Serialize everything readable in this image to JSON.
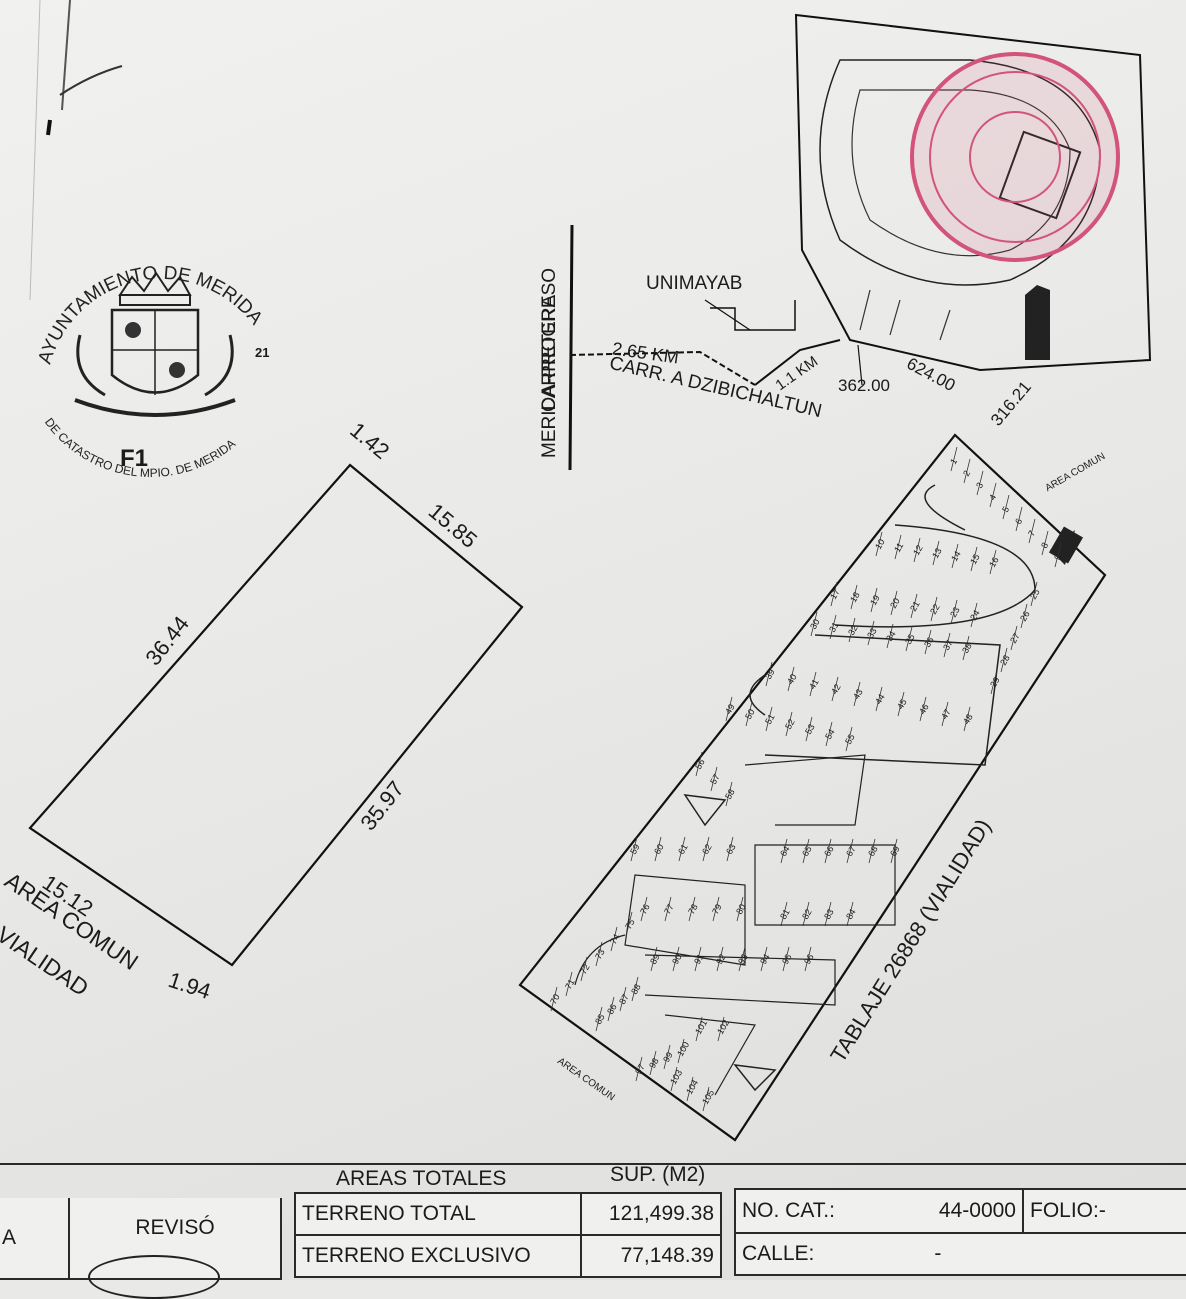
{
  "seal": {
    "arc_text": "AYUNTAMIENTO DE MERIDA",
    "lower_text": "DE CATASTRO DEL MPIO. DE MERIDA",
    "number": "21",
    "code": "F1"
  },
  "location_map": {
    "highway": "CARRETERA",
    "highway_name": "MERIDA-PROGRESO",
    "university": "UNIMAYAB",
    "road": "CARR. A DZIBICHALTUN",
    "distance_1": "2.65 KM",
    "distance_2": "1.1 KM",
    "dim_a": "362.00",
    "dim_b": "624.00",
    "dim_c": "316.21"
  },
  "lot_plan": {
    "dims": [
      "1.42",
      "15.85",
      "36.44",
      "35.97",
      "15.12",
      "1.94"
    ],
    "area_comun": "AREA COMUN",
    "vialidad": "VIALIDAD"
  },
  "subdivision": {
    "area_comun_top": "AREA COMUN",
    "area_comun_bottom": "AREA COMUN",
    "tablaje": "TABLAJE 26868 (VIALIDAD)",
    "lots": [
      "1",
      "2",
      "3",
      "4",
      "5",
      "6",
      "7",
      "8",
      "9",
      "10",
      "11",
      "12",
      "13",
      "14",
      "15",
      "16",
      "17",
      "18",
      "19",
      "20",
      "21",
      "22",
      "23",
      "24",
      "25",
      "26",
      "27",
      "28",
      "29",
      "30",
      "31",
      "32",
      "33",
      "34",
      "35",
      "36",
      "37",
      "38",
      "39",
      "40",
      "41",
      "42",
      "43",
      "44",
      "45",
      "46",
      "47",
      "48",
      "49",
      "50",
      "51",
      "52",
      "53",
      "54",
      "55",
      "56",
      "57",
      "58",
      "59",
      "60",
      "61",
      "62",
      "63",
      "64",
      "65",
      "66",
      "67",
      "68",
      "69",
      "70",
      "71",
      "72",
      "73",
      "74",
      "75",
      "76",
      "77",
      "78",
      "79",
      "80",
      "81",
      "82",
      "83",
      "84",
      "85",
      "86",
      "87",
      "88",
      "89",
      "90",
      "91",
      "92",
      "93",
      "94",
      "95",
      "96",
      "97",
      "98",
      "99",
      "100",
      "101",
      "102",
      "103",
      "104",
      "105"
    ]
  },
  "table": {
    "left_cell": "A",
    "reviso": "REVISÓ",
    "areas_header": "AREAS TOTALES",
    "sup_header": "SUP. (M2)",
    "rows": [
      {
        "label": "TERRENO TOTAL",
        "value": "121,499.38"
      },
      {
        "label": "TERRENO EXCLUSIVO",
        "value": "77,148.39"
      }
    ],
    "no_cat_label": "NO. CAT.:",
    "no_cat_value": "44-0000",
    "folio_label": "FOLIO:-",
    "calle_label": "CALLE:",
    "calle_value": "-"
  }
}
